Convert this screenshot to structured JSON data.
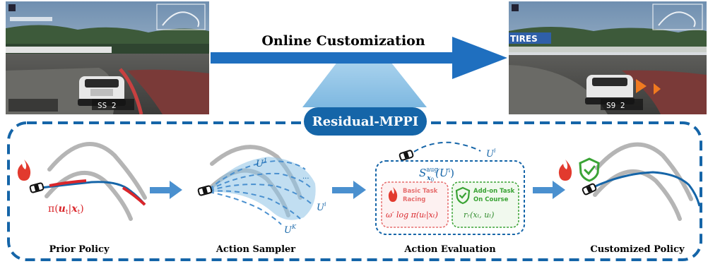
{
  "header": {
    "arrow_label": "Online Customization",
    "method_label": "Residual-MPPI"
  },
  "screenshots": {
    "left_hud_value": "SS 2",
    "right_hud_value": "S9 2",
    "banner_text": "TIRES"
  },
  "stages": {
    "prior": {
      "caption": "Prior Policy",
      "math_pi": "π(",
      "math_u": "u",
      "math_t1": "t",
      "math_bar": "|",
      "math_x": "x",
      "math_t2": "t",
      "math_close": ")"
    },
    "sampler": {
      "caption": "Action Sampler",
      "u1_base": "U",
      "u1_sup": "1",
      "ui_base": "U",
      "ui_sup": "i",
      "uk_base": "U",
      "uk_sup": "K",
      "dots": "···"
    },
    "evaluation": {
      "caption": "Action Evaluation",
      "traj_label_base": "U",
      "traj_label_sup": "i",
      "score_s": "S",
      "score_sup": "aug",
      "score_sub_x": "x",
      "score_sub_0": "0",
      "score_arg": "(U",
      "score_arg_sup": "i",
      "score_close": ")",
      "basic_task_line1": "Basic Task",
      "basic_task_line2": "Racing",
      "basic_formula": "ω′ log π(uₜ|xₜ)",
      "addon_task_line1": "Add-on Task",
      "addon_task_line2": "On Course",
      "addon_formula": "rᵣ(xₜ, uₜ)"
    },
    "customized": {
      "caption": "Customized Policy"
    }
  },
  "colors": {
    "blue_dark": "#1565a8",
    "blue_arrow": "#1f6fbf",
    "blue_light": "#8ec3e6",
    "red": "#d9262b",
    "green": "#3aa335",
    "gray_track": "#b5b5b5",
    "pink_box": "#e66e6e"
  }
}
